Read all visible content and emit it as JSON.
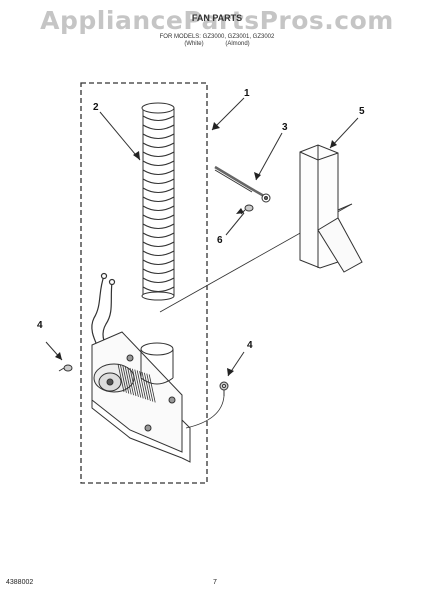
{
  "header": {
    "watermark": "AppliancePartsPros.com",
    "title": "FAN PARTS",
    "models": "FOR MODELS: GZ3000, GZ3001, GZ3002",
    "variants": [
      "(White)",
      "(Almond)"
    ]
  },
  "callouts": [
    "1",
    "2",
    "3",
    "4",
    "4",
    "5",
    "6"
  ],
  "footer": {
    "doc_number": "4388002",
    "page_number": "7"
  }
}
